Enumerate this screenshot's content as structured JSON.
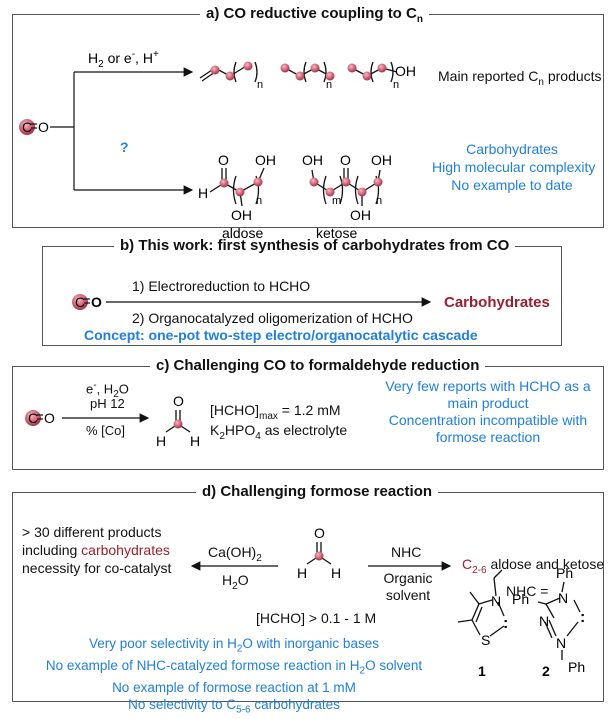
{
  "panel_a": {
    "title": "a) CO reductive coupling to C",
    "title_sub": "n",
    "co_label": "C",
    "co_o": "O",
    "reagent_top": "H",
    "reagent_top_sub": "2",
    "reagent_top_rest": " or e",
    "reagent_top_sup1": "-",
    "reagent_top_h": ", H",
    "reagent_top_sup2": "+",
    "question": "?",
    "chain_n": "n",
    "oh": "OH",
    "o": "O",
    "h": "H",
    "m": "m",
    "products_label": "Main reported C",
    "products_label_sub": "n",
    "products_label_rest": " products",
    "aldose": "aldose",
    "ketose": "ketose",
    "carb_line1": "Carbohydrates",
    "carb_line2": "High molecular complexity",
    "carb_line3": "No example to date"
  },
  "panel_b": {
    "title": "b) This work: first synthesis of carbohydrates from CO",
    "step1": "1) Electroreduction to HCHO",
    "step2": "2) Organocatalyzed oligomerization of HCHO",
    "product": "Carbohydrates",
    "concept": "Concept: one-pot two-step electro/organocatalytic cascade",
    "co_label": "C",
    "co_o": "O"
  },
  "panel_c": {
    "title": "c) Challenging CO to formaldehyde reduction",
    "cond1a": "e",
    "cond1sup": "-",
    "cond1b": ", H",
    "cond1sub": "2",
    "cond1c": "O",
    "cond2": "pH 12",
    "cond3": "% [Co]",
    "conc_a": "[HCHO]",
    "conc_sub": "max",
    "conc_b": " = 1.2 mM",
    "elec_a": "K",
    "elec_sub1": "2",
    "elec_b": "HPO",
    "elec_sub2": "4",
    "elec_c": " as electrolyte",
    "note1": "Very few reports with HCHO as a",
    "note2": "main product",
    "note3": "Concentration incompatible with",
    "note4": "formose reaction",
    "co_label": "C",
    "co_o": "O",
    "o": "O",
    "h": "H"
  },
  "panel_d": {
    "title": "d) Challenging formose reaction",
    "left1": "> 30 different products",
    "left2a": "including ",
    "left2b": "carbohydrates",
    "left3": "necessity for co-catalyst",
    "base_a": "Ca(OH)",
    "base_sub": "2",
    "water_a": "H",
    "water_sub": "2",
    "water_b": "O",
    "nhc": "NHC",
    "organic": "Organic",
    "solvent": "solvent",
    "right_a": "C",
    "right_sub": "2-6",
    "right_b": " aldose and ketose",
    "nhc_eq": "NHC =",
    "conc": "[HCHO] > 0.1 - 1 M",
    "b1": "Very poor selectivity in H",
    "b1sub": "2",
    "b1b": "O with inorganic bases",
    "b2": "No example of NHC-catalyzed formose reaction in H",
    "b2sub": "2",
    "b2b": "O solvent",
    "b3": "No example of formose reaction at 1 mM",
    "b4": "No selectivity to C",
    "b4sub": "5-6",
    "b4b": " carbohydrates",
    "ph": "Ph",
    "n": "N",
    "s": "S",
    "cat1": "1",
    "cat2": "2",
    "o": "O",
    "h": "H"
  },
  "colors": {
    "blue": "#1f7fe0",
    "maroon": "#9a1f2c",
    "dot": "#c9566a"
  }
}
